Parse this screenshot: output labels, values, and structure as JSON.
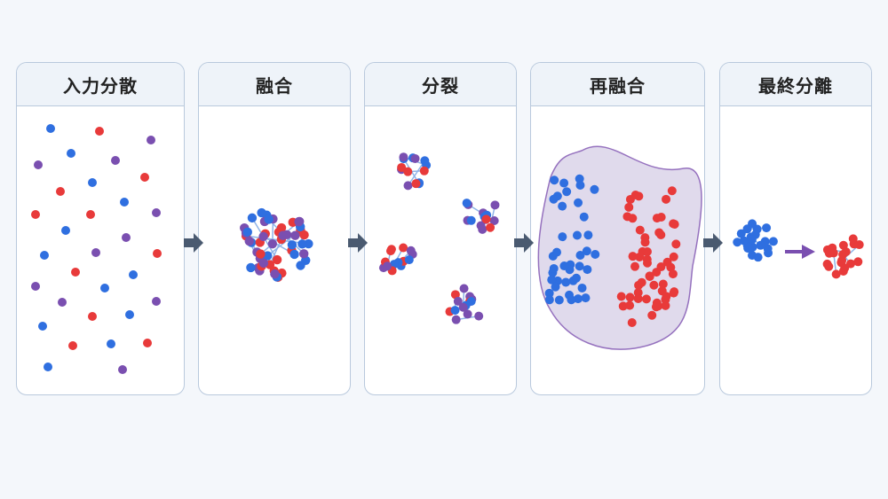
{
  "stages": [
    {
      "label": "入力分散"
    },
    {
      "label": "融合"
    },
    {
      "label": "分裂"
    },
    {
      "label": "再融合"
    },
    {
      "label": "最終分離"
    }
  ],
  "colors": {
    "blue": "#2f6fe0",
    "red": "#e83a3a",
    "purple": "#7a4fb0",
    "arrow": "#4a5a70",
    "final_arrow": "#7a4fb0",
    "blob_fill": "#ddd6ea",
    "blob_stroke": "#8a62b8"
  }
}
